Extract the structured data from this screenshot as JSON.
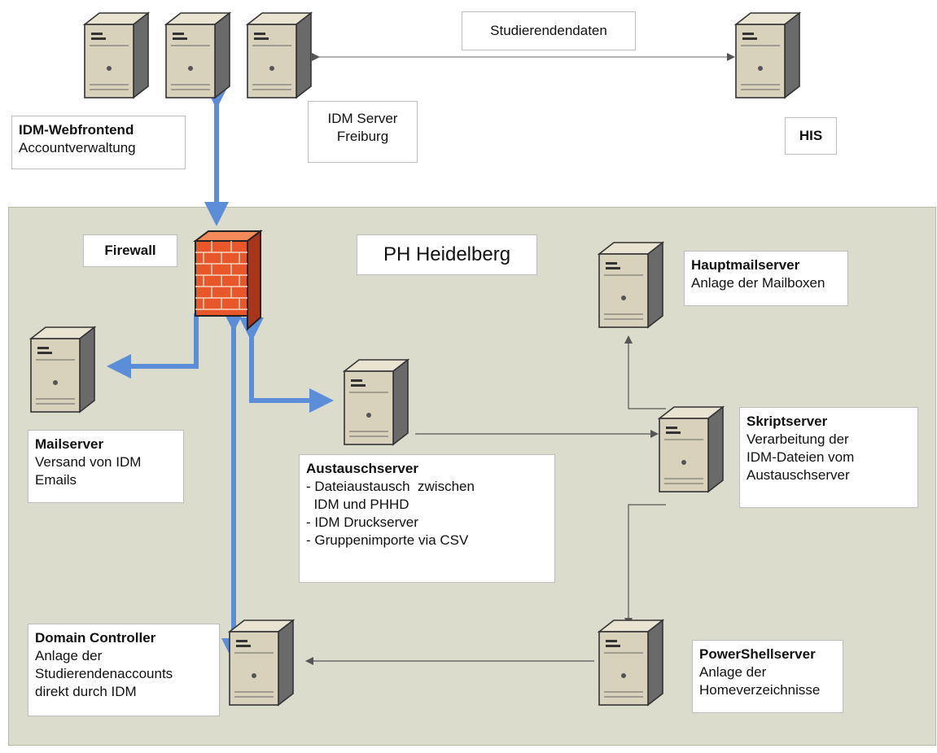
{
  "zone": {
    "title": "PH Heidelberg"
  },
  "link_labels": {
    "studierendendaten": "Studierendendaten"
  },
  "colors": {
    "zone_bg": "#dbdccb",
    "thick_arrow": "#5b8dd9",
    "thin_arrow": "#555555",
    "firewall": "#e8572a"
  },
  "nodes": {
    "idm_webfrontend": {
      "title": "IDM-Webfrontend",
      "lines": [
        "Accountverwaltung"
      ]
    },
    "idm_server": {
      "lines": [
        "IDM Server",
        "Freiburg"
      ]
    },
    "his": {
      "title": "HIS"
    },
    "firewall": {
      "title": "Firewall"
    },
    "mailserver": {
      "title": "Mailserver",
      "lines": [
        "Versand von IDM",
        "Emails"
      ]
    },
    "austauschserver": {
      "title": "Austauschserver",
      "lines": [
        "- Dateiaustausch  zwischen",
        "  IDM und PHHD",
        "- IDM Druckserver",
        "- Gruppenimporte via CSV"
      ]
    },
    "hauptmailserver": {
      "title": "Hauptmailserver",
      "lines": [
        "Anlage der Mailboxen"
      ]
    },
    "skriptserver": {
      "title": "Skriptserver",
      "lines": [
        "Verarbeitung der",
        "IDM-Dateien vom",
        "Austauschserver"
      ]
    },
    "domain_controller": {
      "title": "Domain Controller",
      "lines": [
        "Anlage der",
        "Studierendenaccounts",
        "direkt durch IDM"
      ]
    },
    "powershellserver": {
      "title": "PowerShellserver",
      "lines": [
        "Anlage der",
        "Homeverzeichnisse"
      ]
    }
  }
}
